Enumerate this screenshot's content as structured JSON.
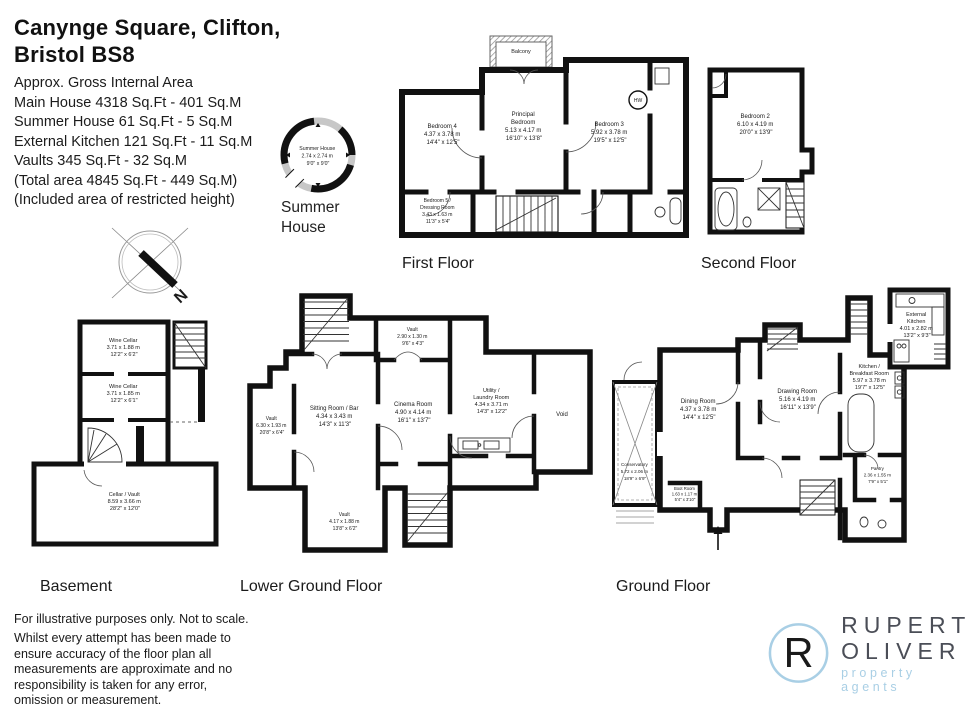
{
  "colors": {
    "wall": "#111111",
    "logo_blue": "#a9cfe5",
    "logo_gray": "#4b4e57"
  },
  "header": {
    "title_line1": "Canynge Square, Clifton,",
    "title_line2": "Bristol BS8",
    "area_lines": {
      "l0": "Approx. Gross Internal Area",
      "l1": "Main House 4318 Sq.Ft - 401 Sq.M",
      "l2": "Summer House 61 Sq.Ft - 5 Sq.M",
      "l3": "External Kitchen 121 Sq.Ft - 11 Sq.M",
      "l4": "Vaults 345 Sq.Ft - 32 Sq.M",
      "l5": "(Total area 4845 Sq.Ft - 449 Sq.M)",
      "l6": "(Included area of restricted height)"
    }
  },
  "compass": {
    "north": "N"
  },
  "summer_house": {
    "name": "Summer House",
    "metric": "2.74 x 2.74 m",
    "imperial": "9'0\" x 9'0\"",
    "caption1": "Summer",
    "caption2": "House"
  },
  "first_floor": {
    "label": "First Floor",
    "balcony": "Balcony",
    "hw": "HW",
    "bedroom4": {
      "name": "Bedroom 4",
      "metric": "4.37 x 3.78 m",
      "imperial": "14'4\" x 12'5\""
    },
    "principal": {
      "name1": "Principal",
      "name2": "Bedroom",
      "metric": "5.13 x 4.17 m",
      "imperial": "16'10\" x 13'8\""
    },
    "bedroom3": {
      "name": "Bedroom 3",
      "metric": "5.92 x 3.78 m",
      "imperial": "19'5\" x 12'5\""
    },
    "bedroom5": {
      "name1": "Bedroom 5 /",
      "name2": "Dressing Room",
      "metric": "3.43 x 1.63 m",
      "imperial": "11'3\" x 5'4\""
    }
  },
  "second_floor": {
    "label": "Second Floor",
    "bedroom2": {
      "name": "Bedroom 2",
      "metric": "6.10 x 4.19 m",
      "imperial": "20'0\" x 13'9\""
    }
  },
  "basement": {
    "label": "Basement",
    "wine_cellar1": {
      "name": "Wine Cellar",
      "metric": "3.71 x 1.88 m",
      "imperial": "12'2\" x 6'2\""
    },
    "wine_cellar2": {
      "name": "Wine Cellar",
      "metric": "3.71 x 1.85 m",
      "imperial": "12'2\" x 6'1\""
    },
    "cellar_vault": {
      "name": "Cellar / Vault",
      "metric": "8.59 x 3.66 m",
      "imperial": "28'2\" x 12'0\""
    }
  },
  "lower_ground_floor": {
    "label": "Lower Ground Floor",
    "vault_top": {
      "name": "Vault",
      "metric": "2.90 x 1.30 m",
      "imperial": "9'6\" x 4'3\""
    },
    "sitting_room": {
      "name": "Sitting Room / Bar",
      "metric": "4.34 x 3.43 m",
      "imperial": "14'3\" x 11'3\""
    },
    "cinema_room": {
      "name": "Cinema Room",
      "metric": "4.90 x 4.14 m",
      "imperial": "16'1\" x 13'7\""
    },
    "vault_left": {
      "name": "Vault",
      "metric": "6.30 x 1.93 m",
      "imperial": "20'8\" x 6'4\""
    },
    "utility": {
      "name1": "Utility /",
      "name2": "Laundry Room",
      "metric": "4.34 x 3.71 m",
      "imperial": "14'3\" x 12'2\""
    },
    "void": "Void",
    "vault_bottom": {
      "name": "Vault",
      "metric": "4.17 x 1.88 m",
      "imperial": "13'8\" x 6'2\""
    }
  },
  "ground_floor": {
    "label": "Ground Floor",
    "conservatory": {
      "name": "Conservatory",
      "metric": "5.72 x 2.06 m",
      "imperial": "18'9\" x 6'9\""
    },
    "dining_room": {
      "name": "Dining Room",
      "metric": "4.37 x 3.78 m",
      "imperial": "14'4\" x 12'5\""
    },
    "drawing_room": {
      "name": "Drawing Room",
      "metric": "5.16 x 4.19 m",
      "imperial": "16'11\" x 13'9\""
    },
    "boot_room": {
      "name": "Boot Room",
      "metric": "1.63 x 1.17 m",
      "imperial": "5'4\" x 3'10\""
    },
    "kitchen": {
      "name1": "Kitchen /",
      "name2": "Breakfast Room",
      "metric": "5.97 x 3.78 m",
      "imperial": "19'7\" x 12'5\""
    },
    "pantry": {
      "name": "Pantry",
      "metric": "2.36 x 1.55 m",
      "imperial": "7'9\" x 5'1\""
    },
    "external_kitchen": {
      "name1": "External",
      "name2": "Kitchen",
      "metric": "4.01 x 2.82 m",
      "imperial": "13'2\" x 9'3\""
    }
  },
  "disclaimer": {
    "line1": "For illustrative purposes only. Not to scale.",
    "body": "Whilst every attempt has been made to ensure accuracy of the floor plan all measurements are approximate and no responsibility is taken for any error, omission or measurement."
  },
  "logo": {
    "monogram": "R",
    "name1": "RUPERT",
    "name2": "OLIVER",
    "tagline": "property agents"
  }
}
